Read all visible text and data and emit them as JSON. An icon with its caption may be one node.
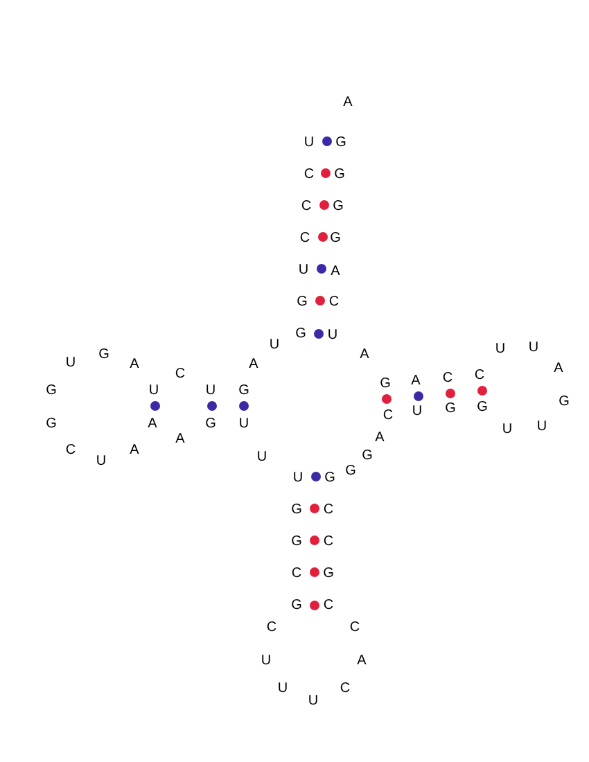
{
  "diagram": {
    "labels": [
      "A",
      "U",
      "G",
      "C",
      "G",
      "C",
      "G",
      "C",
      "G",
      "U",
      "A",
      "G",
      "C",
      "G",
      "U",
      "U",
      "U",
      "U",
      "G",
      "A",
      "U",
      "A",
      "A",
      "A",
      "C",
      "G",
      "A",
      "C",
      "C",
      "G",
      "U",
      "U",
      "G",
      "G",
      "U",
      "G",
      "G",
      "C",
      "G",
      "A",
      "G",
      "U",
      "U",
      "U",
      "A",
      "A",
      "C",
      "A",
      "U",
      "G",
      "U",
      "G",
      "U",
      "G",
      "G",
      "C",
      "G",
      "C",
      "C",
      "G",
      "G",
      "C",
      "C",
      "C",
      "U",
      "A",
      "U",
      "C",
      "U"
    ]
  }
}
